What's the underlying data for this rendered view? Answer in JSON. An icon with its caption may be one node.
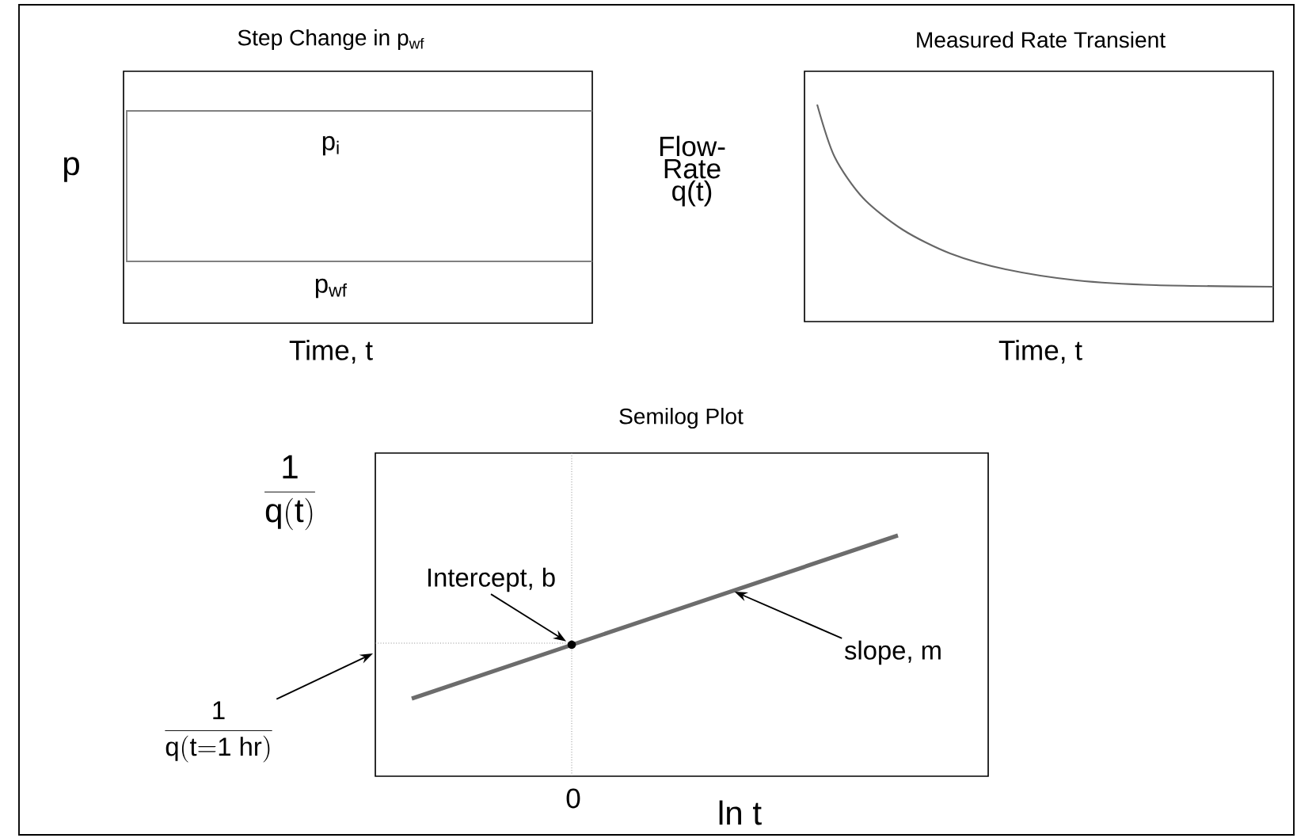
{
  "diagram": {
    "nodes": [
      {
        "text": [
          "Step Change in p$_{wf}$",
          "p$_{i}$",
          "p$_{wf}$"
        ]
      },
      {
        "text": [
          "Measured Rate Transient"
        ]
      },
      {
        "text": [
          "Semilog Plot"
        ]
      },
      {
        "text": [
          "Intercept, b"
        ],
        "in": 2
      },
      {
        "text": [],
        "shape": "circle",
        "in": 6
      },
      {
        "text": [
          "slope, m"
        ],
        "in": 2
      },
      {
        "text": [],
        "shape": "line",
        "in": 2
      },
      {
        "text": [
          "\\frac{\\mathrm{1}}{\\mathrm{q(t{=}1\\ hr)}}"
        ]
      }
    ],
    "edges": [
      {
        "from": 3,
        "to": 4,
        "arrow": "to"
      },
      {
        "from": 5,
        "to": 6,
        "arrow": "to"
      },
      {
        "from": 7,
        "to": 2,
        "arrow": "to"
      }
    ],
    "labels": [
      "p",
      "Time, t",
      "Flow-Rate q(t)",
      "Time, t",
      "\\frac{\\mathrm{1}}{\\mathrm{q(t)}}",
      "0",
      "ln t"
    ]
  }
}
